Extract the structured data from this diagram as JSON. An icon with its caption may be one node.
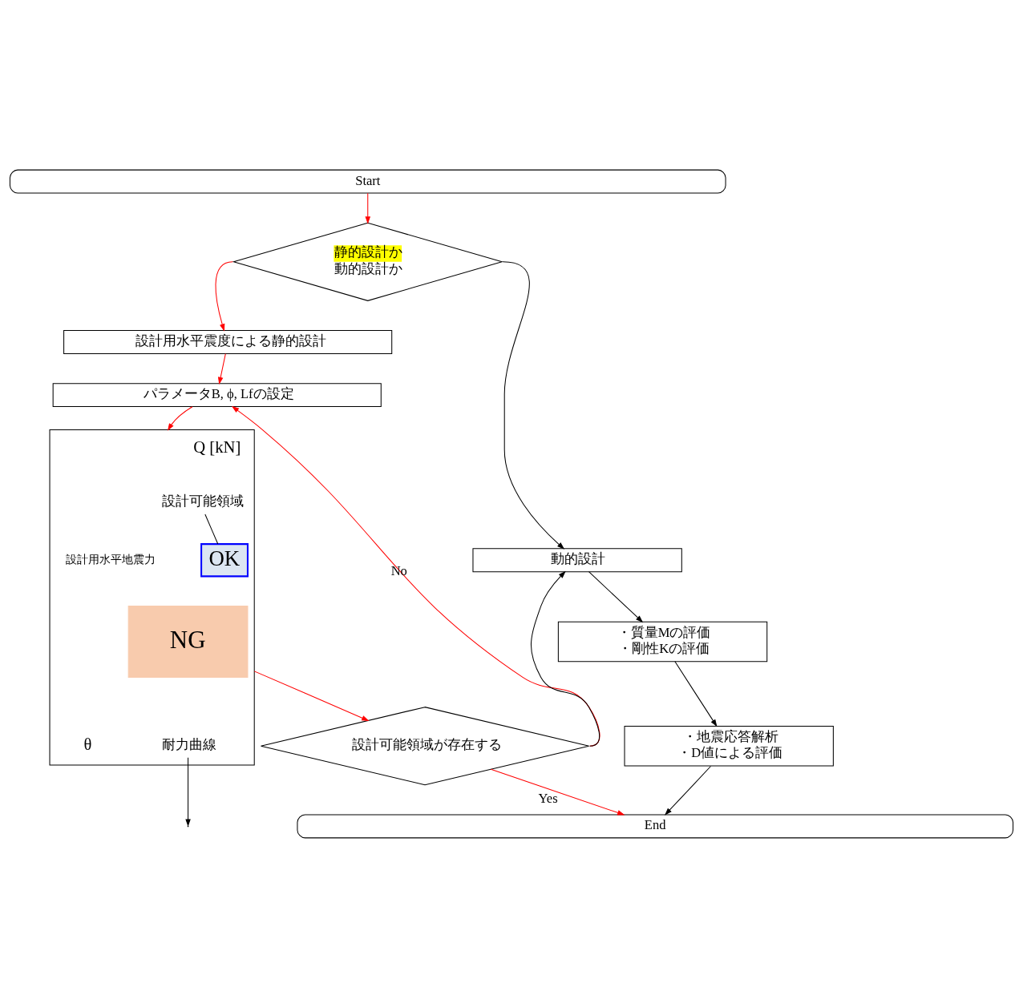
{
  "diagram": {
    "nodes": [
      {
        "text": [
          "Start"
        ]
      },
      {
        "text": [
          "静的設計か",
          "動的設計か"
        ]
      },
      {
        "text": [
          "設計用水平震度による静的設計"
        ]
      },
      {
        "text": [
          "パラメータB, ϕ, Lfの設定"
        ]
      },
      {
        "text": [],
        "shape": "box"
      },
      {
        "text": [
          "OK"
        ],
        "in": 4
      },
      {
        "text": [
          "NG"
        ],
        "in": 4
      },
      {
        "text": [
          "設計可能領域"
        ],
        "in": 4
      },
      {
        "text": [
          "耐力曲線"
        ],
        "in": 4
      },
      {
        "text": [
          "設計可能領域が存在する"
        ]
      },
      {
        "text": [
          "動的設計"
        ]
      },
      {
        "text": [
          "・質量Mの評価",
          "・剛性Kの評価"
        ]
      },
      {
        "text": [
          "・地震応答解析",
          "・D値による評価"
        ]
      },
      {
        "text": [
          "End"
        ]
      }
    ],
    "edges": [
      {
        "from": 0,
        "to": 1,
        "arrow": "to"
      },
      {
        "from": 1,
        "to": 2,
        "arrow": "to"
      },
      {
        "from": 1,
        "to": 10,
        "arrow": "to",
        "color": "#000000"
      },
      {
        "from": 2,
        "to": 3,
        "arrow": "to"
      },
      {
        "from": 3,
        "to": 4,
        "arrow": "to"
      },
      {
        "from": 7,
        "to": 5,
        "arrow": "none",
        "color": "#000000"
      },
      {
        "from": 8,
        "to": null,
        "arrow": "to",
        "color": "#000000"
      },
      {
        "from": 4,
        "to": 9,
        "arrow": "to"
      },
      {
        "from": 9,
        "to": 3,
        "label": "No",
        "arrow": "to"
      },
      {
        "from": 9,
        "to": 10,
        "arrow": "to",
        "color": "#000000"
      },
      {
        "from": 9,
        "to": 13,
        "label": "Yes",
        "arrow": "to"
      },
      {
        "from": 10,
        "to": 11,
        "arrow": "to",
        "color": "#000000"
      },
      {
        "from": 11,
        "to": 12,
        "arrow": "to",
        "color": "#000000"
      },
      {
        "from": 12,
        "to": 13,
        "arrow": "to",
        "color": "#000000"
      }
    ],
    "labels": [
      "Q [kN]",
      "設計用水平地震力",
      "θ"
    ]
  }
}
